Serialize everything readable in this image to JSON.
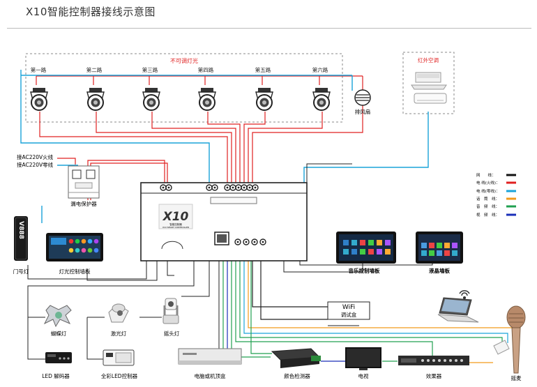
{
  "title": "X10智能控制器接线示意图",
  "zone_label": "不可调灯光",
  "circuits": [
    "第一路",
    "第二路",
    "第三路",
    "第四路",
    "第五路",
    "第六路"
  ],
  "fan_label": "排风扇",
  "ac_label": "红外空调",
  "live_in": "接AC220V火线",
  "neutral_in": "接AC220V零线",
  "breaker_label": "漏电保护器",
  "controller_name": "X10",
  "controller_sub1": "智能控制器",
  "controller_sub2": "X10 SMART CONTROLLER",
  "door_sign": "V888",
  "door_label": "门号灯",
  "light_panel_label": "灯光控制墙板",
  "music_panel_label": "音乐控制墙板",
  "lcd_panel_label": "液晶墙板",
  "legend": [
    {
      "text": "网　　线：",
      "color": "#111111"
    },
    {
      "text": "电 线(火线)：",
      "color": "#e02020"
    },
    {
      "text": "电 线(零线)：",
      "color": "#1aa3d9"
    },
    {
      "text": "话　筒　线：",
      "color": "#f29a1a"
    },
    {
      "text": "音　频　线：",
      "color": "#21a050"
    },
    {
      "text": "视　频　线：",
      "color": "#1a2fb8"
    }
  ],
  "wifi_label": "WiFi",
  "wifi_sub": "调试盒",
  "devices": {
    "butterfly": "蝴蝶灯",
    "laser": "激光灯",
    "moving_head": "摇头灯",
    "led_decoder": "LED 解码器",
    "led_controller": "全彩LED控制器",
    "settop": "电脑或机顶盒",
    "color_detector": "颜色检测器",
    "tv": "电视",
    "effector": "效果器",
    "mic": "摇麦"
  }
}
